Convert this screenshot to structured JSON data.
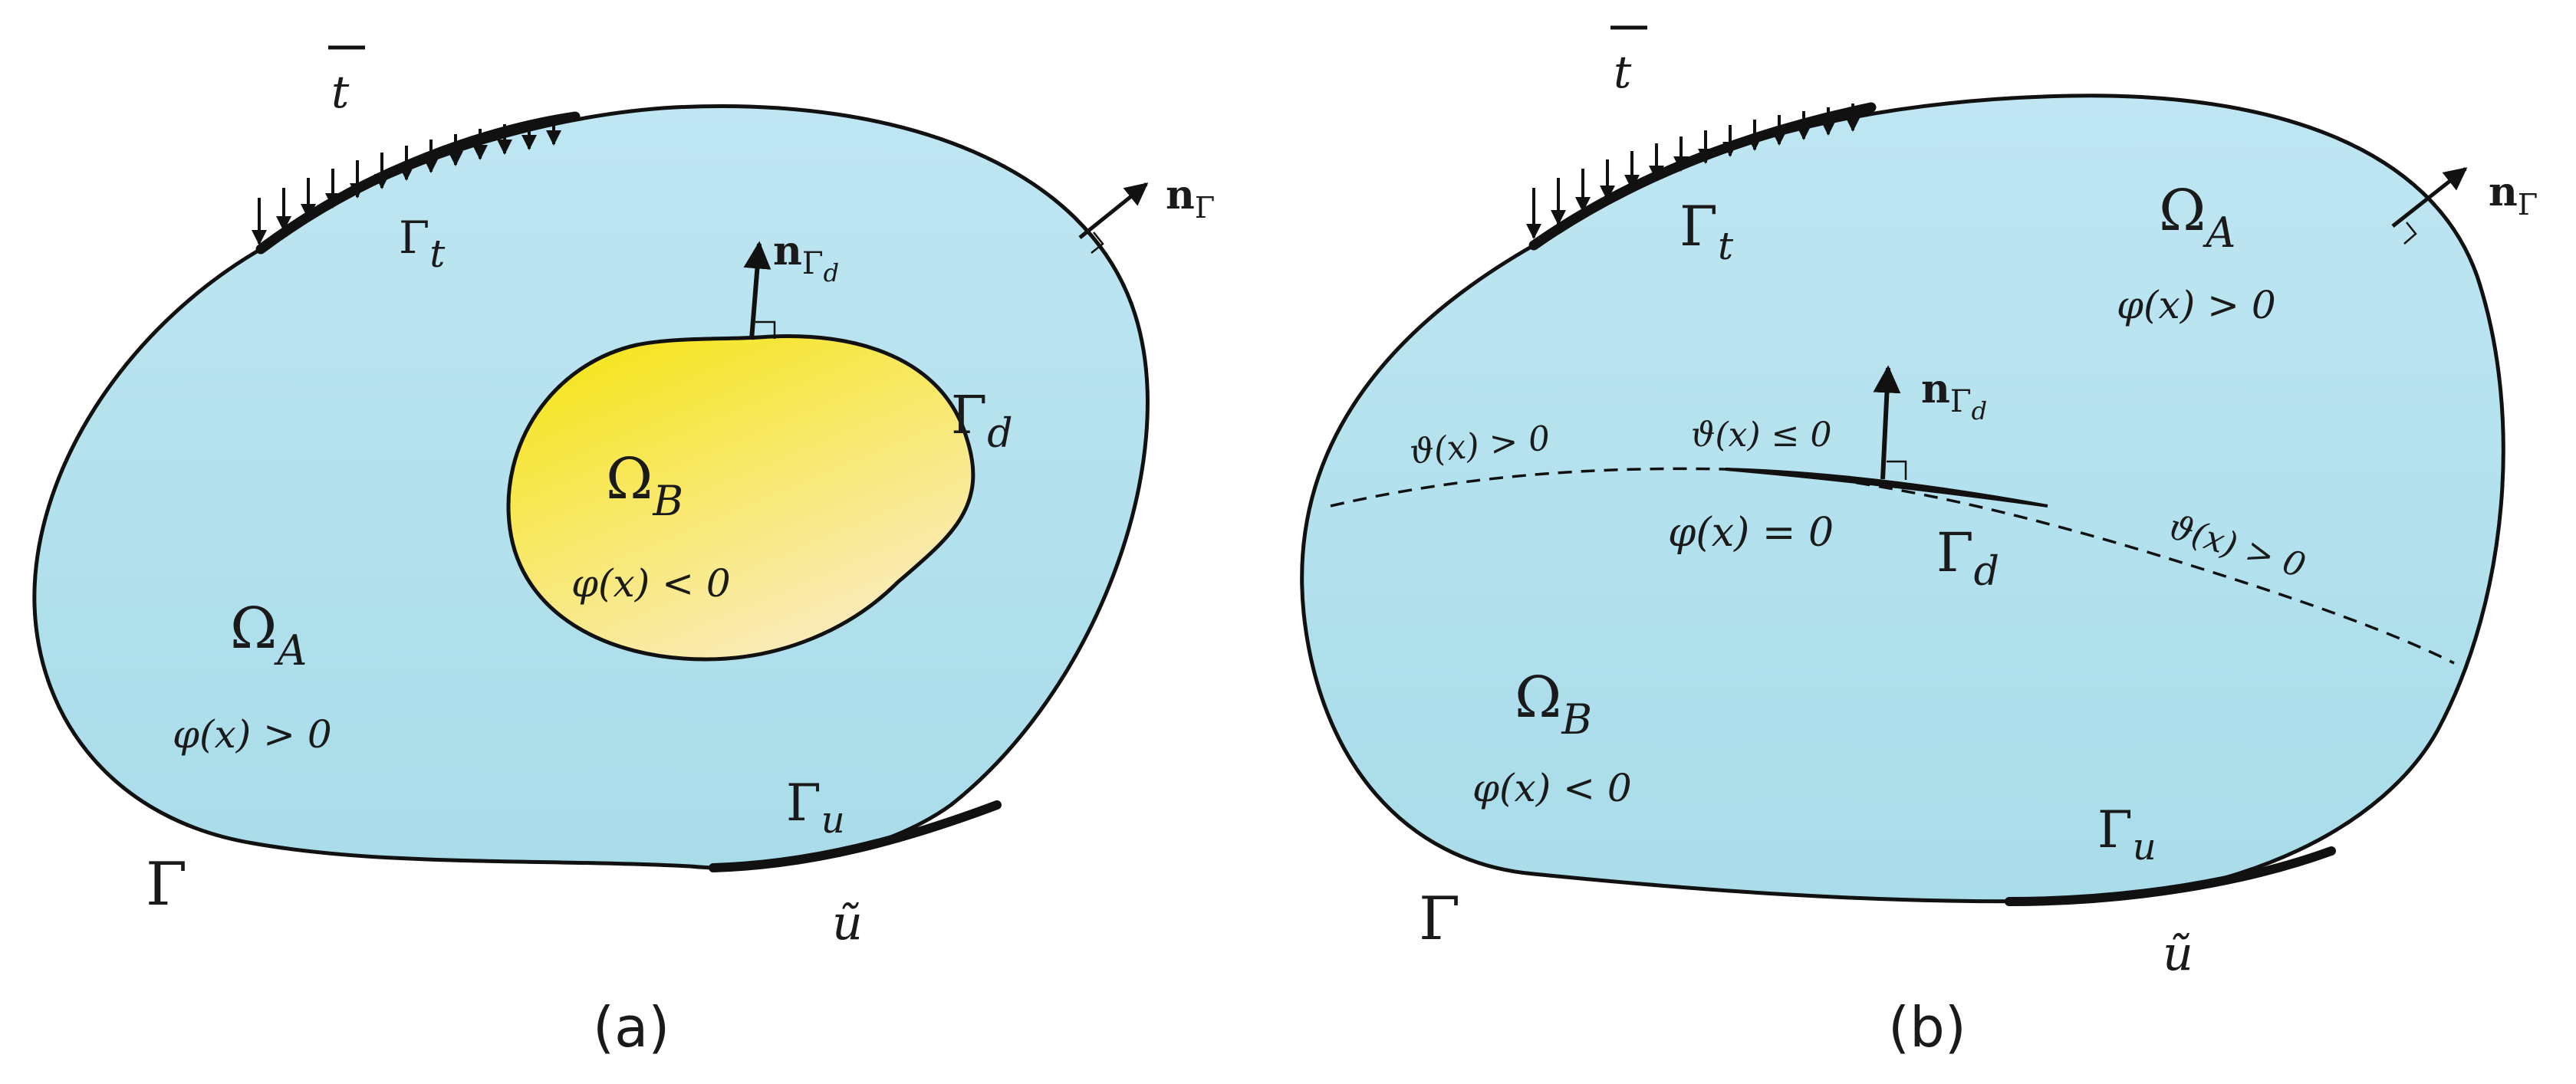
{
  "colors": {
    "domain_top": "#bfe6f2",
    "domain_bottom": "#a9dce9",
    "inclusion_top": "#f5e51c",
    "inclusion_bottom": "#fbeccc",
    "stroke": "#111111"
  },
  "panel_a": {
    "caption": "(a)",
    "t_bar": "t",
    "gamma_t_base": "Γ",
    "gamma_t_sub": "t",
    "n_gamma_base": "n",
    "n_gamma_sub": "Γ",
    "n_gamma_d_base": "n",
    "n_gamma_d_sub": "Γ",
    "n_gamma_d_subsub": "d",
    "gamma_d_base": "Γ",
    "gamma_d_sub": "d",
    "omega_b_base": "Ω",
    "omega_b_sub": "B",
    "phi_b": "φ(x) < 0",
    "omega_a_base": "Ω",
    "omega_a_sub": "A",
    "phi_a": "φ(x) > 0",
    "gamma_u_base": "Γ",
    "gamma_u_sub": "u",
    "gamma": "Γ",
    "u_tilde": "ũ"
  },
  "panel_b": {
    "caption": "(b)",
    "t_bar": "t",
    "gamma_t_base": "Γ",
    "gamma_t_sub": "t",
    "n_gamma_base": "n",
    "n_gamma_sub": "Γ",
    "omega_a_base": "Ω",
    "omega_a_sub": "A",
    "phi_a": "φ(x) > 0",
    "n_gamma_d_base": "n",
    "n_gamma_d_sub": "Γ",
    "n_gamma_d_subsub": "d",
    "theta_left": "ϑ(x) > 0",
    "theta_crack": "ϑ(x) ≤ 0",
    "phi_zero": "φ(x) = 0",
    "gamma_d_base": "Γ",
    "gamma_d_sub": "d",
    "theta_right": "ϑ(x) > 0",
    "omega_b_base": "Ω",
    "omega_b_sub": "B",
    "phi_b": "φ(x) < 0",
    "gamma_u_base": "Γ",
    "gamma_u_sub": "u",
    "gamma": "Γ",
    "u_tilde": "ũ"
  }
}
